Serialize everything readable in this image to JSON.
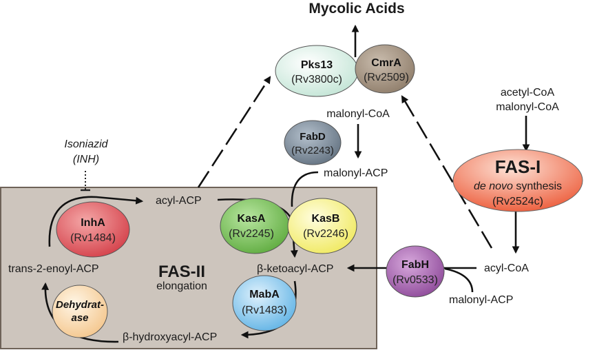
{
  "title": "Mycolic Acids",
  "fas2": {
    "title": "FAS-II",
    "subtitle": "elongation"
  },
  "fas1": {
    "title": "FAS-I",
    "line1_italic": "de novo",
    "line1_rest": " synthesis",
    "gene": "(Rv2524c)"
  },
  "inhibitor": {
    "line1": "Isoniazid",
    "line2": "(INH)"
  },
  "enzymes": {
    "pks13": {
      "name": "Pks13",
      "gene": "(Rv3800c)",
      "color": "#dcefe6"
    },
    "cmra": {
      "name": "CmrA",
      "gene": "(Rv2509)",
      "color": "#a39280"
    },
    "fabd": {
      "name": "FabD",
      "gene": "(Rv2243)",
      "color": "#7c8a98"
    },
    "kasa": {
      "name": "KasA",
      "gene": "(Rv2245)",
      "color": "#7cc35a"
    },
    "kasb": {
      "name": "KasB",
      "gene": "(Rv2246)",
      "color": "#f5f07a"
    },
    "inha": {
      "name": "InhA",
      "gene": "(Rv1484)",
      "color": "#e0545c"
    },
    "maba": {
      "name": "MabA",
      "gene": "(Rv1483)",
      "color": "#7ec4ee"
    },
    "dehydratase": {
      "line1": "Dehydrat-",
      "line2": "ase",
      "color": "#f8d8a8"
    },
    "fabh": {
      "name": "FabH",
      "gene": "(Rv0533)",
      "color": "#a865b0"
    }
  },
  "metabolites": {
    "acetyl_coa": "acetyl-CoA",
    "malonyl_coa_top": "malonyl-CoA",
    "malonyl_coa_mid": "malonyl-CoA",
    "malonyl_acp_top": "malonyl-ACP",
    "acyl_acp": "acyl-ACP",
    "ketoacyl_acp": "β-ketoacyl-ACP",
    "hydroxyacyl_acp": "β-hydroxyacyl-ACP",
    "enoyl_acp": "trans-2-enoyl-ACP",
    "acyl_coa": "acyl-CoA",
    "malonyl_acp_bottom": "malonyl-ACP"
  },
  "colors": {
    "fas2_box": "#cdc5bd",
    "fas1": "#f06a4a"
  }
}
